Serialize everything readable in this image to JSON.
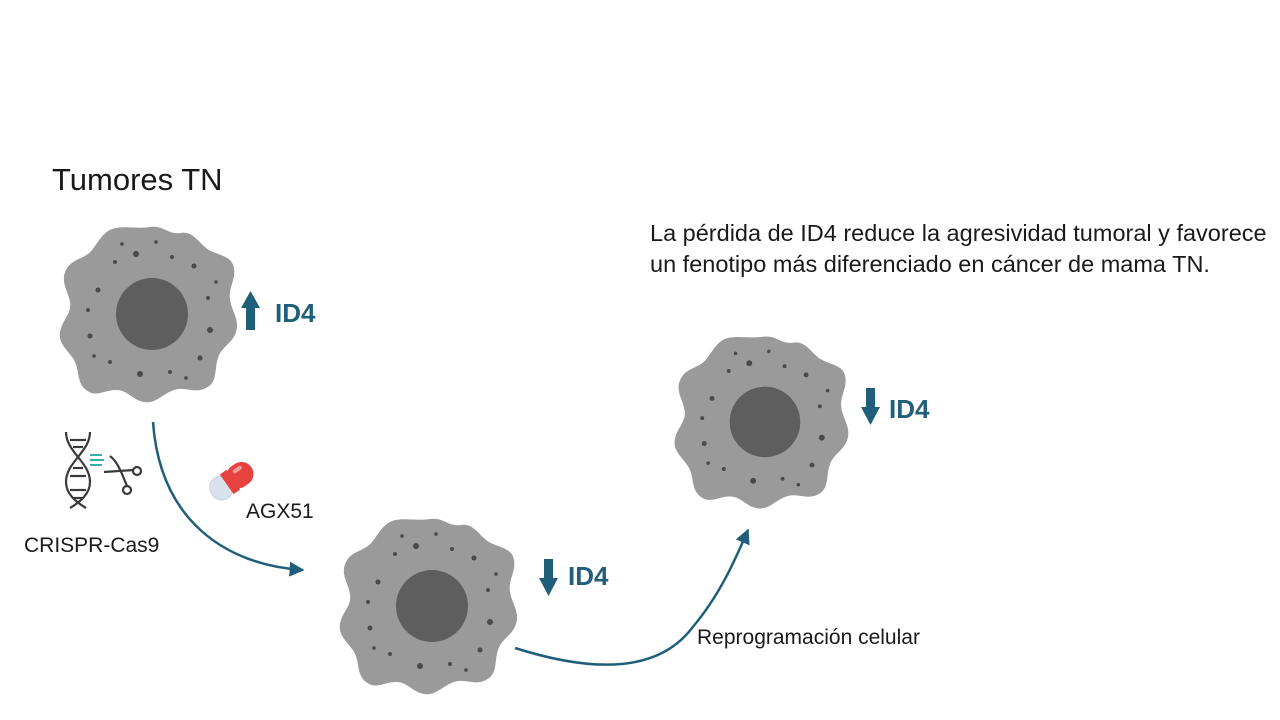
{
  "title": "Tumores TN",
  "description": "La pérdida de ID4 reduce la agresividad tumoral y favorece un fenotipo más diferenciado en cáncer de mama TN.",
  "markers": [
    {
      "label": "ID4",
      "direction": "up"
    },
    {
      "label": "ID4",
      "direction": "down"
    },
    {
      "label": "ID4",
      "direction": "down"
    }
  ],
  "treatments": {
    "crispr": {
      "label": "CRISPR-Cas9",
      "icon": "dna-scissors-icon"
    },
    "drug": {
      "label": "AGX51",
      "icon": "pill-icon"
    }
  },
  "process_label": "Reprogramación celular",
  "colors": {
    "accent": "#1f5f7a",
    "cell_body": "#9a9a9a",
    "cell_nucleus": "#5e5e5e",
    "arrow": "#1f5f7a",
    "pill_red": "#e8423f"
  }
}
